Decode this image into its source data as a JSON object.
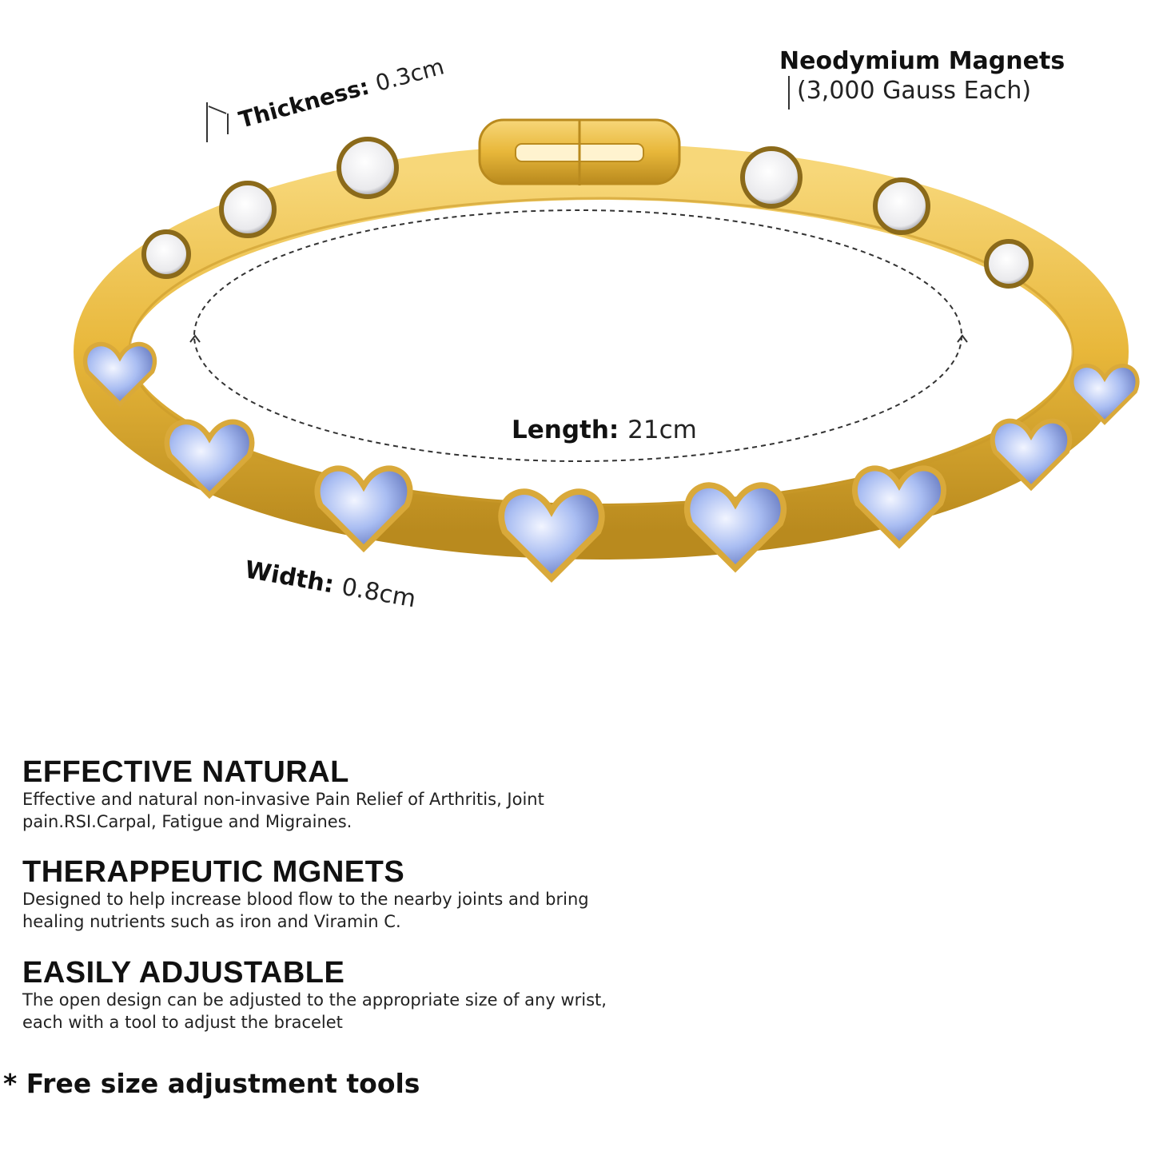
{
  "annotations": {
    "thickness_label": "Thickness:",
    "thickness_value": "0.3cm",
    "magnets_title": "Neodymium Magnets",
    "magnets_detail": "(3,000 Gauss Each)",
    "length_label": "Length:",
    "length_value": "21cm",
    "width_label": "Width:",
    "width_value": "0.8cm"
  },
  "features": [
    {
      "title": "EFFECTIVE NATURAL",
      "text": "Effective and natural non-invasive Pain Relief of Arthritis,  Joint pain.RSI.Carpal,  Fatigue and Migraines."
    },
    {
      "title": "THERAPPEUTIC MGNETS",
      "text": "Designed to help increase blood flow to the nearby joints and bring healing nutrients such as iron and Viramin C."
    },
    {
      "title": "EASILY ADJUSTABLE",
      "text": "The open design can be adjusted to the appropriate size of any wrist, each with a tool to adjust the bracelet"
    }
  ],
  "footer_note": "* Free size adjustment tools",
  "colors": {
    "gold": "#e8b73a",
    "gold_dark": "#b98a1e",
    "magnet": "#e9e9ec",
    "crystal": "#a9bdf2"
  }
}
